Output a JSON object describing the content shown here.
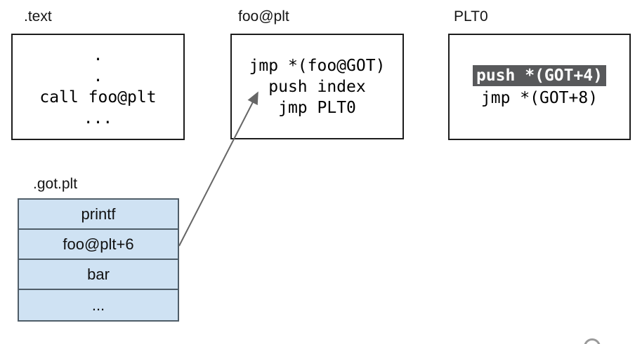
{
  "diagram": {
    "text_section": {
      "label": ".text",
      "lines": [
        ".",
        ".",
        "call foo@plt",
        "..."
      ]
    },
    "foo_plt_section": {
      "label": "foo@plt",
      "lines": [
        "jmp *(foo@GOT)",
        "push index",
        "jmp PLT0"
      ]
    },
    "plt0_section": {
      "label": "PLT0",
      "highlighted_line": "push *(GOT+4)",
      "second_line": "jmp *(GOT+8)"
    },
    "got_plt_section": {
      "label": ".got.plt",
      "rows": [
        "printf",
        "foo@plt+6",
        "bar",
        "..."
      ]
    },
    "arrow": {
      "from": "foo@plt+6 row in .got.plt",
      "to": "push index line in foo@plt box"
    },
    "colors": {
      "row_fill": "#cfe2f3",
      "row_border": "#4f5d68",
      "highlight_bg": "#58595b",
      "highlight_text": "#ffffff",
      "box_border": "#1c1c1c",
      "arrow": "#666666"
    }
  }
}
